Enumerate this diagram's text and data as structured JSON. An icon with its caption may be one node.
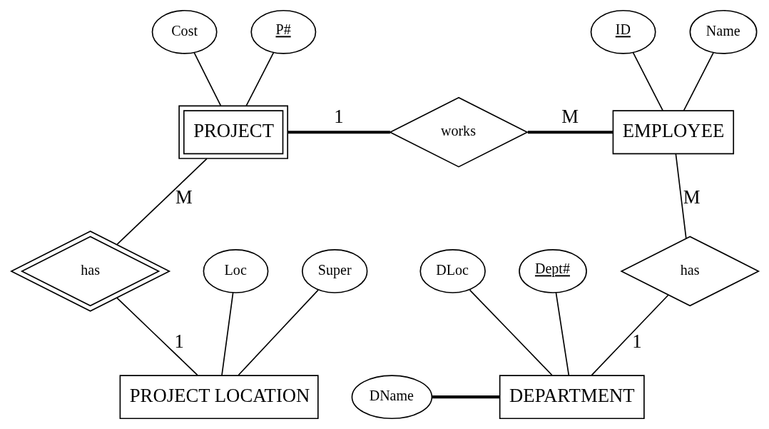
{
  "diagram": {
    "nodes": [
      {
        "text": [
          "Cost"
        ]
      },
      {
        "text": [
          "P#"
        ]
      },
      {
        "text": [
          "ID"
        ]
      },
      {
        "text": [
          "Name"
        ]
      },
      {
        "text": [
          "PROJECT"
        ]
      },
      {
        "text": [
          "works"
        ]
      },
      {
        "text": [
          "EMPLOYEE"
        ]
      },
      {
        "text": [
          "Loc"
        ]
      },
      {
        "text": [
          "has"
        ]
      },
      {
        "text": [
          "Super"
        ]
      },
      {
        "text": [
          "DLoc"
        ]
      },
      {
        "text": [
          "has"
        ]
      },
      {
        "text": [
          "Dept#"
        ]
      },
      {
        "text": [
          "PROJECT LOCATION"
        ]
      },
      {
        "text": [
          "DName"
        ]
      },
      {
        "text": [
          "DEPARTMENT"
        ]
      }
    ],
    "edges": [
      {
        "from": 0,
        "to": 4,
        "arrow": "none"
      },
      {
        "from": 1,
        "to": 4,
        "arrow": "none"
      },
      {
        "from": 2,
        "to": 6,
        "arrow": "none"
      },
      {
        "from": 3,
        "to": 6,
        "arrow": "none"
      },
      {
        "from": 4,
        "to": 5,
        "arrow": "none",
        "label": "1",
        "style": "thick"
      },
      {
        "from": 5,
        "to": 6,
        "arrow": "none",
        "label": "M",
        "style": "thick"
      },
      {
        "from": 4,
        "to": 8,
        "arrow": "none",
        "label": "M"
      },
      {
        "from": 8,
        "to": 13,
        "arrow": "none",
        "label": "1"
      },
      {
        "from": 7,
        "to": 13,
        "arrow": "none"
      },
      {
        "from": 9,
        "to": 13,
        "arrow": "none"
      },
      {
        "from": 6,
        "to": 11,
        "arrow": "none",
        "label": "M"
      },
      {
        "from": 11,
        "to": 15,
        "arrow": "none",
        "label": "1"
      },
      {
        "from": 10,
        "to": 15,
        "arrow": "none"
      },
      {
        "from": 12,
        "to": 15,
        "arrow": "none"
      },
      {
        "from": 14,
        "to": 15,
        "arrow": "none",
        "style": "thick"
      }
    ]
  }
}
